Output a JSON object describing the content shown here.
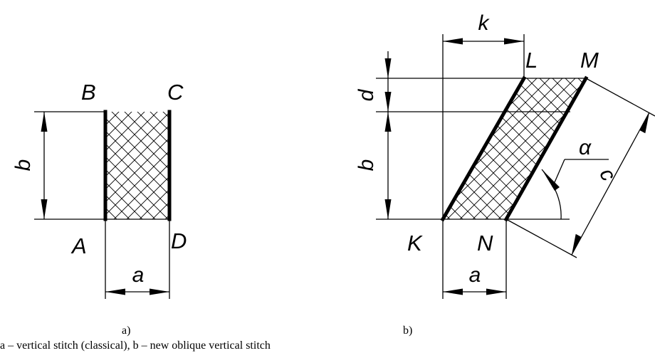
{
  "figure_a": {
    "points": {
      "B": "B",
      "C": "C",
      "A": "A",
      "D": "D"
    },
    "dims": {
      "height": "b",
      "width": "a"
    },
    "caption": "a)"
  },
  "figure_b": {
    "points": {
      "L": "L",
      "M": "M",
      "K": "K",
      "N": "N"
    },
    "dims": {
      "top_offset": "k",
      "upper_height": "d",
      "height": "b",
      "width": "a",
      "diagonal": "c",
      "angle": "α"
    },
    "caption": "b)"
  },
  "figure_caption": "a – vertical stitch (classical), b – new oblique vertical stitch",
  "colors": {
    "ink": "#000000",
    "background": "#ffffff"
  }
}
